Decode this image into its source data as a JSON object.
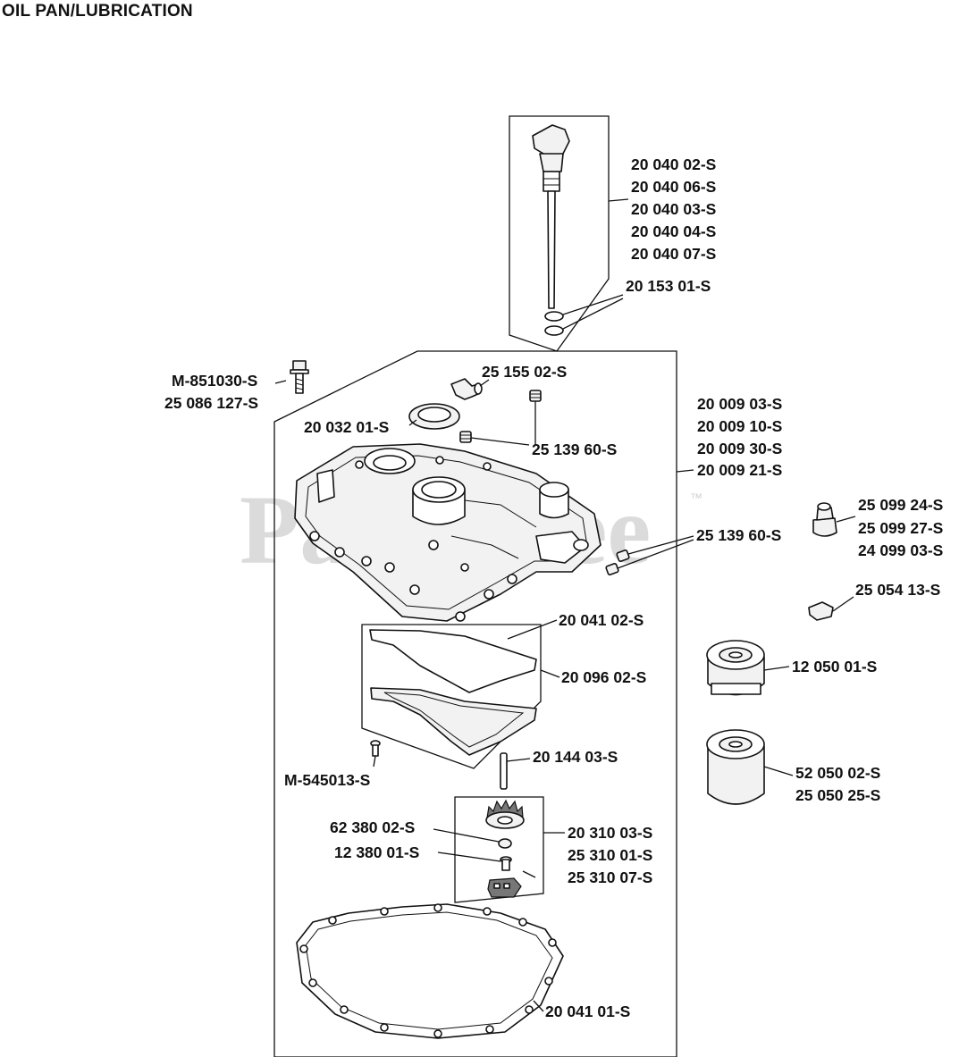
{
  "title": "OIL PAN/LUBRICATION",
  "watermark": "PartsTree",
  "watermark_tm": "™",
  "labels": {
    "dipstick": [
      "20 040 02-S",
      "20 040 06-S",
      "20 040 03-S",
      "20 040 04-S",
      "20 040 07-S"
    ],
    "dipstick_oring": "20 153 01-S",
    "bolt": [
      "M-851030-S",
      "25 086 127-S"
    ],
    "elbow_fitting": "25 155 02-S",
    "oil_seal": "20 032 01-S",
    "plug_top": "25 139 60-S",
    "oil_pan": [
      "20 009 03-S",
      "20 009 10-S",
      "20 009 30-S",
      "20 009 21-S"
    ],
    "plug_side": "25 139 60-S",
    "pressure_switch": [
      "25 099 24-S",
      "25 099 27-S",
      "24 099 03-S"
    ],
    "clip": "25 054 13-S",
    "gasket_plate": "20 041 02-S",
    "screen_plate": "20 096 02-S",
    "oil_filter_1": "12 050 01-S",
    "oil_filter_2": [
      "52 050 02-S",
      "25 050 25-S"
    ],
    "screw": "M-545013-S",
    "pin": "20 144 03-S",
    "pump_washer": "62 380 02-S",
    "pump_pin": "12 380 01-S",
    "oil_pump": [
      "20 310 03-S",
      "25 310 01-S",
      "25 310 07-S"
    ],
    "pan_gasket": "20 041 01-S"
  }
}
